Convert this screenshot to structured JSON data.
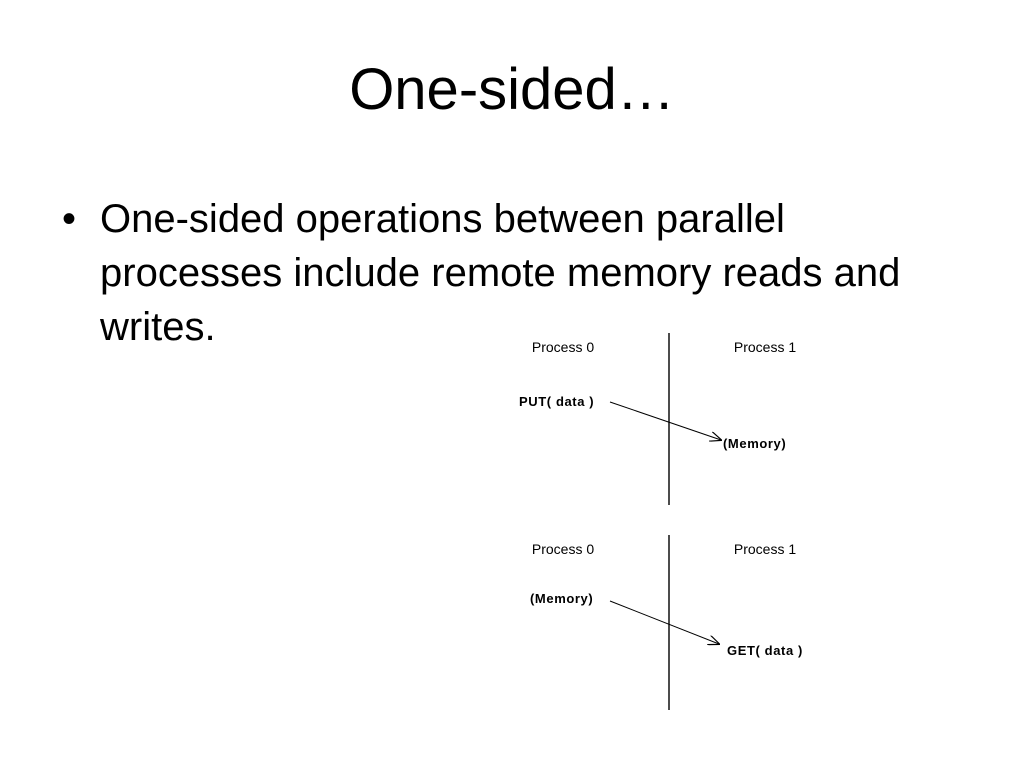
{
  "slide": {
    "title": "One-sided…",
    "bullets": [
      {
        "marker": "•",
        "text": "One-sided operations between parallel processes include remote memory reads and writes."
      }
    ]
  },
  "diagrams": {
    "put": {
      "left_header": "Process 0",
      "right_header": "Process 1",
      "source_label": "PUT( data )",
      "target_label": "(Memory)"
    },
    "get": {
      "left_header": "Process 0",
      "right_header": "Process 1",
      "source_label": "(Memory)",
      "target_label": "GET( data )"
    }
  },
  "colors": {
    "background": "#ffffff",
    "text": "#000000"
  }
}
